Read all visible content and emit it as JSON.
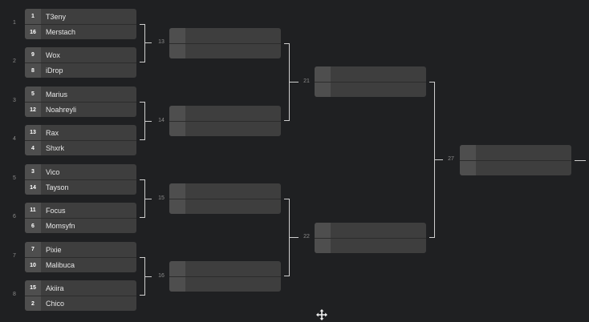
{
  "round1": [
    {
      "match_no": "1",
      "players": [
        {
          "seed": "1",
          "name": "T3eny"
        },
        {
          "seed": "16",
          "name": "Merstach"
        }
      ]
    },
    {
      "match_no": "2",
      "players": [
        {
          "seed": "9",
          "name": "Wox"
        },
        {
          "seed": "8",
          "name": "iDrop"
        }
      ]
    },
    {
      "match_no": "3",
      "players": [
        {
          "seed": "5",
          "name": "Marius"
        },
        {
          "seed": "12",
          "name": "Noahreyli"
        }
      ]
    },
    {
      "match_no": "4",
      "players": [
        {
          "seed": "13",
          "name": "Rax"
        },
        {
          "seed": "4",
          "name": "Shxrk"
        }
      ]
    },
    {
      "match_no": "5",
      "players": [
        {
          "seed": "3",
          "name": "Vico"
        },
        {
          "seed": "14",
          "name": "Tayson"
        }
      ]
    },
    {
      "match_no": "6",
      "players": [
        {
          "seed": "11",
          "name": "Focus"
        },
        {
          "seed": "6",
          "name": "Momsyfn"
        }
      ]
    },
    {
      "match_no": "7",
      "players": [
        {
          "seed": "7",
          "name": "Pixie"
        },
        {
          "seed": "10",
          "name": "Malibuca"
        }
      ]
    },
    {
      "match_no": "8",
      "players": [
        {
          "seed": "15",
          "name": "Akiira"
        },
        {
          "seed": "2",
          "name": "Chico"
        }
      ]
    }
  ],
  "round2": [
    {
      "match_no": "13"
    },
    {
      "match_no": "14"
    },
    {
      "match_no": "15"
    },
    {
      "match_no": "16"
    }
  ],
  "round3": [
    {
      "match_no": "21"
    },
    {
      "match_no": "22"
    }
  ],
  "final": {
    "match_no": "27"
  },
  "icons": {
    "move": "move-icon"
  },
  "colors": {
    "background": "#1f2022",
    "slot": "#3e3e3e",
    "seed_box": "#4e4e4e",
    "connector": "#cfcfcf"
  }
}
